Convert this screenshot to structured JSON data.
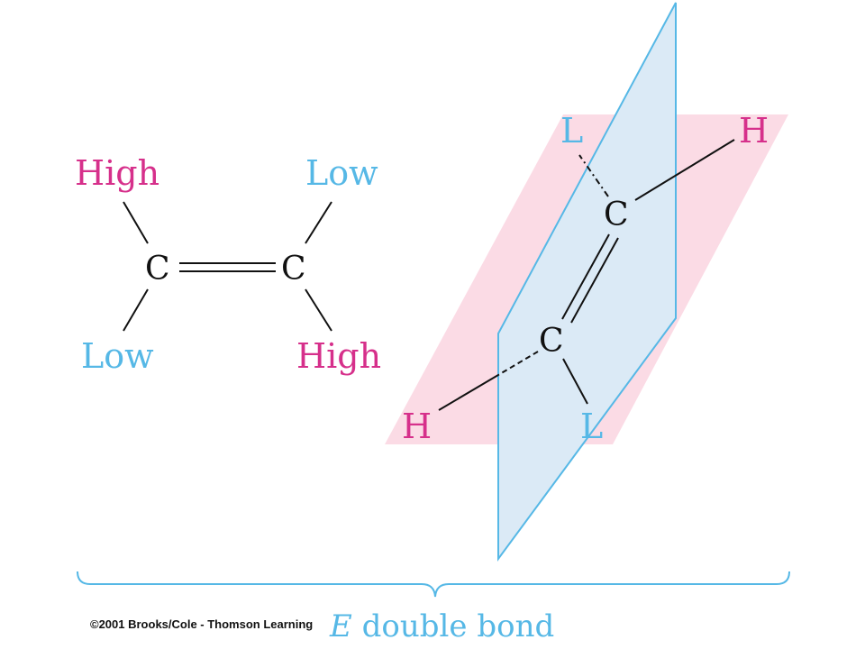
{
  "colors": {
    "high": "#d6308b",
    "low": "#56b8e6",
    "bond": "#111111",
    "pink_plane": "#fbdbe5",
    "blue_plane": "#dbeaf6",
    "blue_edge": "#56b8e6",
    "caption_e": "#56b8e6",
    "brace": "#56b8e6"
  },
  "flat_structure": {
    "top_left": "High",
    "top_right": "Low",
    "bottom_left": "Low",
    "bottom_right": "High",
    "carbon_left": "C",
    "carbon_right": "C"
  },
  "planes_3d": {
    "top_left": "L",
    "top_right": "H",
    "bottom_left": "H",
    "bottom_right": "L",
    "carbon_upper": "C",
    "carbon_lower": "C"
  },
  "caption": {
    "prefix": "E",
    "text": " double bond"
  },
  "credit": "©2001 Brooks/Cole - Thomson Learning"
}
